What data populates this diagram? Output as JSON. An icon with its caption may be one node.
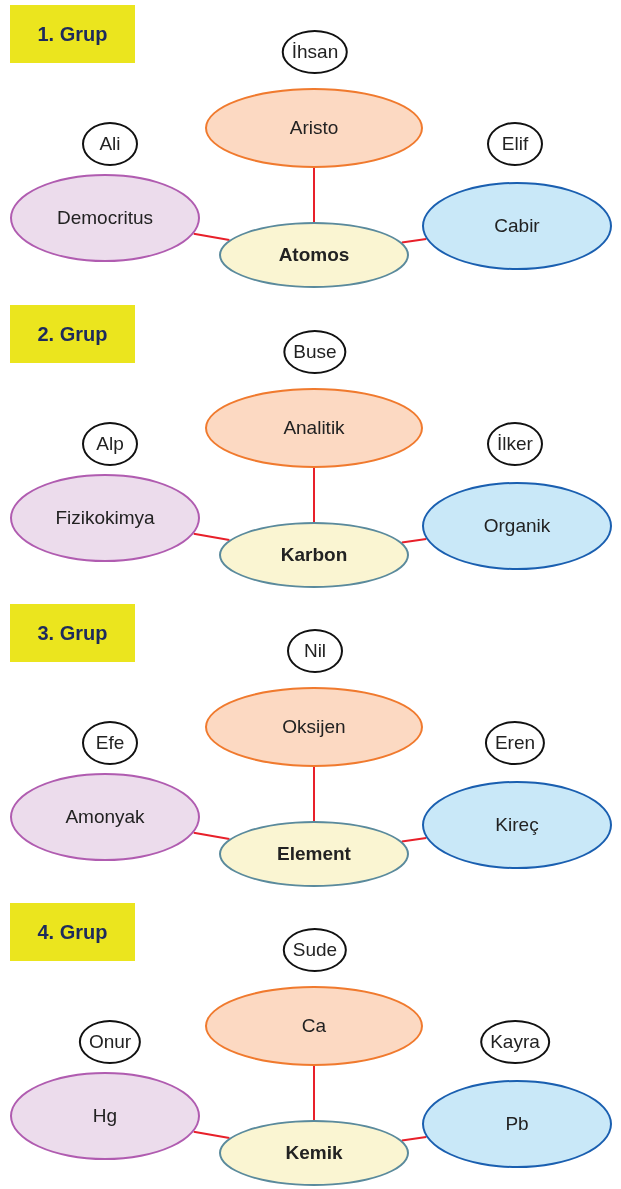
{
  "diagram": {
    "nodes": [
      {
        "text": [
          "1. Grup"
        ]
      },
      {
        "text": [
          "İhsan"
        ]
      },
      {
        "text": [
          "Aristo"
        ]
      },
      {
        "text": [
          "Ali"
        ]
      },
      {
        "text": [
          "Elif"
        ]
      },
      {
        "text": [
          "Democritus"
        ]
      },
      {
        "text": [
          "Cabir"
        ]
      },
      {
        "text": [
          "Atomos"
        ]
      },
      {
        "text": [
          "2. Grup"
        ]
      },
      {
        "text": [
          "Buse"
        ]
      },
      {
        "text": [
          "Analitik"
        ]
      },
      {
        "text": [
          "Alp"
        ]
      },
      {
        "text": [
          "İlker"
        ]
      },
      {
        "text": [
          "Fizikokimya"
        ]
      },
      {
        "text": [
          "Organik"
        ]
      },
      {
        "text": [
          "Karbon"
        ]
      },
      {
        "text": [
          "3. Grup"
        ]
      },
      {
        "text": [
          "Nil"
        ]
      },
      {
        "text": [
          "Oksijen"
        ]
      },
      {
        "text": [
          "Efe"
        ]
      },
      {
        "text": [
          "Eren"
        ]
      },
      {
        "text": [
          "Amonyak"
        ]
      },
      {
        "text": [
          "Kireç"
        ]
      },
      {
        "text": [
          "Element"
        ]
      },
      {
        "text": [
          "4. Grup"
        ]
      },
      {
        "text": [
          "Sude"
        ]
      },
      {
        "text": [
          "Ca"
        ]
      },
      {
        "text": [
          "Onur"
        ]
      },
      {
        "text": [
          "Kayra"
        ]
      },
      {
        "text": [
          "Hg"
        ]
      },
      {
        "text": [
          "Pb"
        ]
      },
      {
        "text": [
          "Kemik"
        ]
      }
    ],
    "edges": [
      {
        "from": 7,
        "to": 2,
        "arrow": "none"
      },
      {
        "from": 7,
        "to": 5,
        "arrow": "none"
      },
      {
        "from": 7,
        "to": 6,
        "arrow": "none"
      },
      {
        "from": 15,
        "to": 10,
        "arrow": "none"
      },
      {
        "from": 15,
        "to": 13,
        "arrow": "none"
      },
      {
        "from": 15,
        "to": 14,
        "arrow": "none"
      },
      {
        "from": 23,
        "to": 18,
        "arrow": "none"
      },
      {
        "from": 23,
        "to": 21,
        "arrow": "none"
      },
      {
        "from": 23,
        "to": 22,
        "arrow": "none"
      },
      {
        "from": 31,
        "to": 26,
        "arrow": "none"
      },
      {
        "from": 31,
        "to": 29,
        "arrow": "none"
      },
      {
        "from": 31,
        "to": 30,
        "arrow": "none"
      }
    ]
  }
}
